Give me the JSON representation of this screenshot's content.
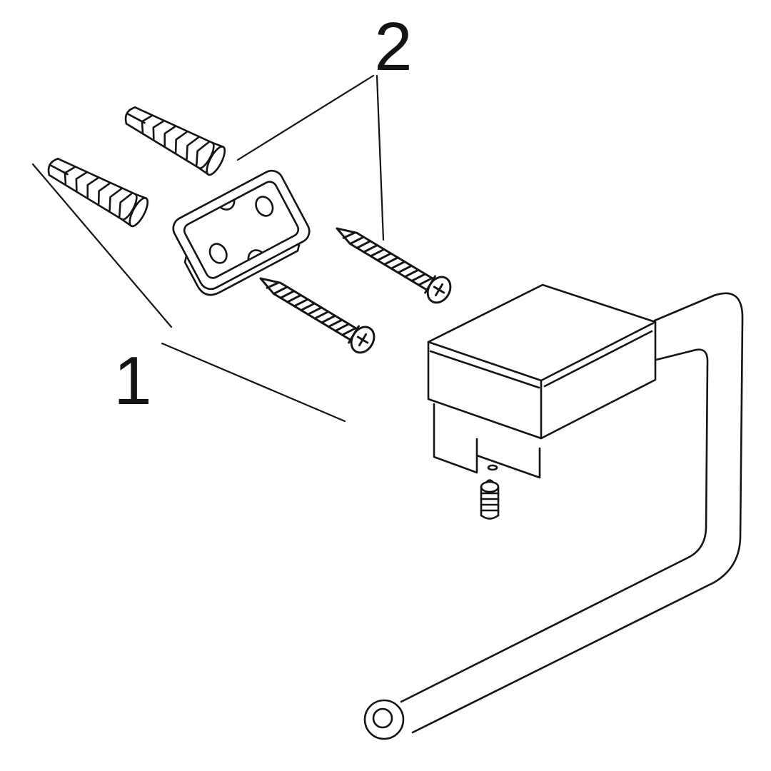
{
  "canvas": {
    "background": "#ffffff",
    "line_color": "#141414"
  },
  "callouts": {
    "label1": "1",
    "label2": "2"
  },
  "parts": {
    "anchor_top": "wall-anchor",
    "anchor_bottom": "wall-anchor",
    "plate": "mounting-plate",
    "screw_upper": "mounting-screw",
    "screw_lower": "mounting-screw",
    "set_screw": "set-screw",
    "holder": "toilet-roll-holder"
  }
}
